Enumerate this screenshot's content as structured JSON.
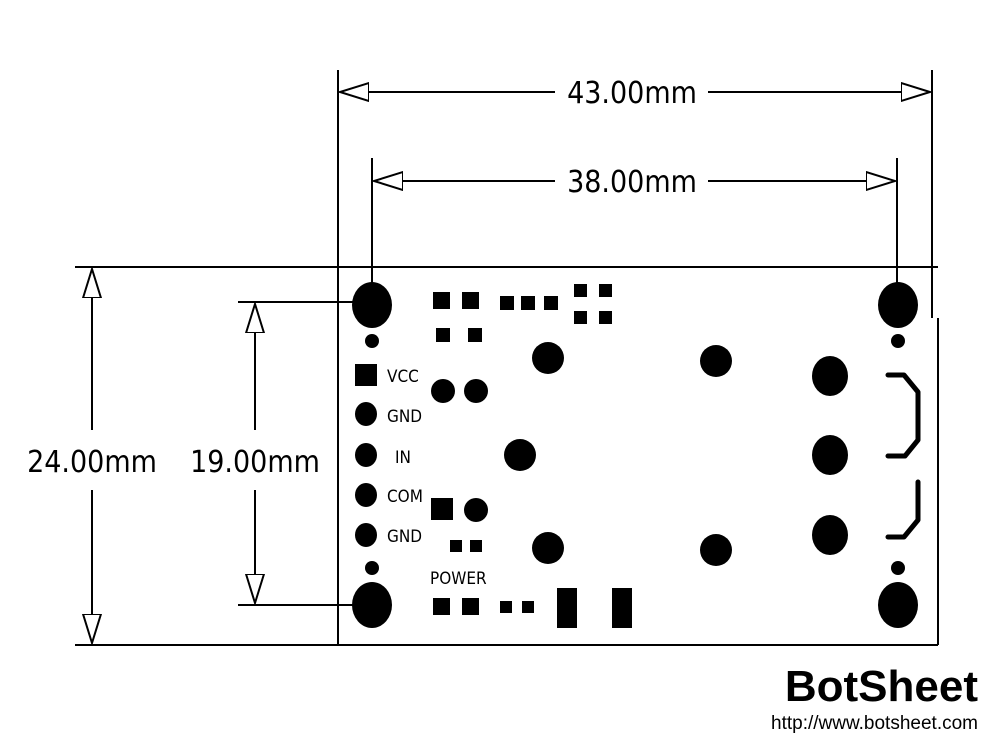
{
  "dimensions": {
    "outer_width": "43.00mm",
    "hole_spacing_x": "38.00mm",
    "outer_height": "24.00mm",
    "hole_spacing_y": "19.00mm"
  },
  "pins": [
    "VCC",
    "GND",
    "IN",
    "COM",
    "GND"
  ],
  "led_label": "POWER",
  "brand": {
    "name": "BotSheet",
    "url": "http://www.botsheet.com"
  }
}
